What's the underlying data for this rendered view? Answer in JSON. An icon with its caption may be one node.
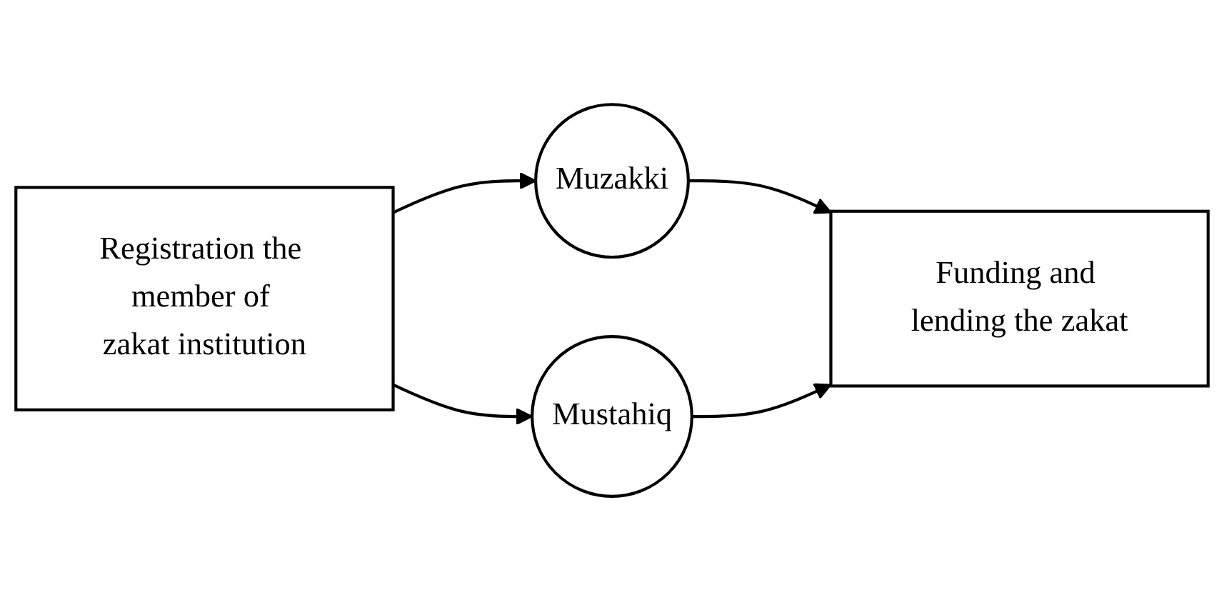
{
  "diagram": {
    "nodes": [
      {
        "text": [
          "Registration the member of zakat institution"
        ]
      },
      {
        "text": [
          "Muzakki"
        ]
      },
      {
        "text": [
          "Mustahiq"
        ]
      },
      {
        "text": [
          "Funding and lending the zakat"
        ]
      }
    ],
    "edges": [
      {
        "from": 0,
        "to": 1,
        "arrow": "to"
      },
      {
        "from": 0,
        "to": 2,
        "arrow": "to"
      },
      {
        "from": 1,
        "to": 3,
        "arrow": "to"
      },
      {
        "from": 2,
        "to": 3,
        "arrow": "to"
      }
    ]
  }
}
